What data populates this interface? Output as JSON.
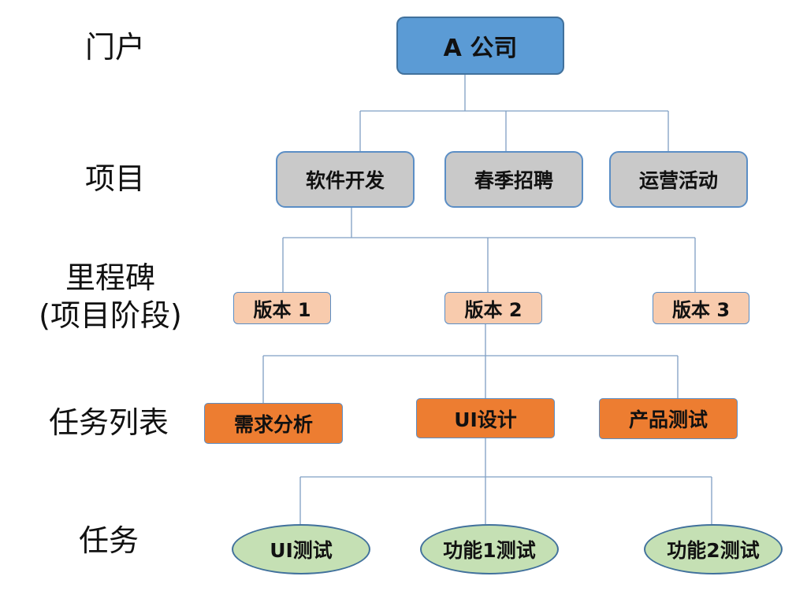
{
  "levels": {
    "portal": "门户",
    "project": "项目",
    "milestone_line1": "里程碑",
    "milestone_line2": "(项目阶段)",
    "tasklist": "任务列表",
    "task": "任务"
  },
  "portal": {
    "label": "A 公司"
  },
  "projects": [
    "软件开发",
    "春季招聘",
    "运营活动"
  ],
  "milestones": [
    "版本 1",
    "版本 2",
    "版本 3"
  ],
  "tasklists": [
    "需求分析",
    "UI设计",
    "产品测试"
  ],
  "tasks": [
    "UI测试",
    "功能1测试",
    "功能2测试"
  ],
  "colors": {
    "portal_fill": "#5b9bd5",
    "project_fill": "#c9c9c9",
    "milestone_fill": "#f8cbad",
    "tasklist_fill": "#ed7d31",
    "task_fill": "#c5e0b4",
    "connector": "#7f9fc4"
  }
}
